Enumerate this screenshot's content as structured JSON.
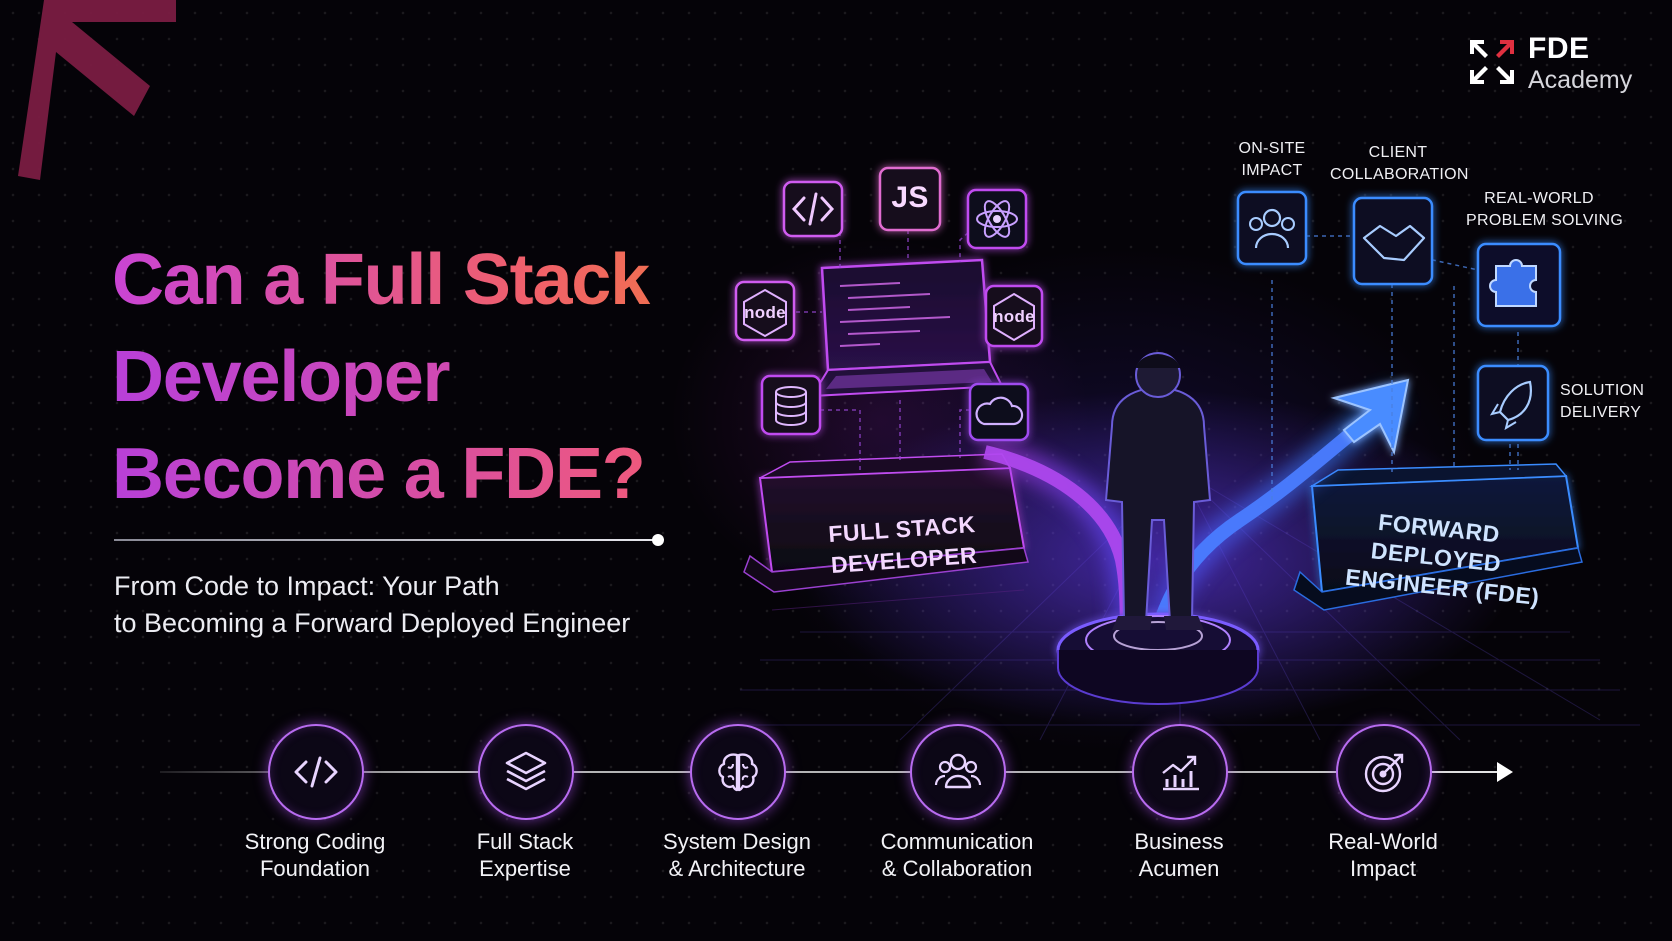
{
  "brand": {
    "name": "FDE",
    "subtitle": "Academy"
  },
  "headline": {
    "line1": "Can a Full Stack",
    "line2": "Developer",
    "line3": "Become a FDE?"
  },
  "subtitle": {
    "line1": "From Code to Impact: Your Path",
    "line2": "to Becoming a Forward Deployed Engineer"
  },
  "pedestals": {
    "left": {
      "line1": "FULL STACK",
      "line2": "DEVELOPER"
    },
    "right": {
      "line1": "FORWARD",
      "line2": "DEPLOYED",
      "line3": "ENGINEER (FDE)"
    }
  },
  "tech_icons": [
    "code-icon",
    "javascript-icon",
    "react-icon",
    "nodejs-icon",
    "laptop-icon",
    "nodejs-icon",
    "database-icon",
    "cloud-icon"
  ],
  "tech_labels": {
    "js": "JS",
    "node": "node"
  },
  "fde_skills": [
    {
      "line1": "ON-SITE",
      "line2": "IMPACT",
      "icon": "team-icon"
    },
    {
      "line1": "CLIENT",
      "line2": "COLLABORATION",
      "icon": "handshake-icon"
    },
    {
      "line1": "REAL-WORLD",
      "line2": "PROBLEM SOLVING",
      "icon": "puzzle-icon"
    },
    {
      "line1": "SOLUTION",
      "line2": "DELIVERY",
      "icon": "rocket-icon"
    }
  ],
  "steps": [
    {
      "line1": "Strong Coding",
      "line2": "Foundation",
      "icon": "code-icon"
    },
    {
      "line1": "Full Stack",
      "line2": "Expertise",
      "icon": "layers-icon"
    },
    {
      "line1": "System Design",
      "line2": "& Architecture",
      "icon": "brain-icon"
    },
    {
      "line1": "Communication",
      "line2": "& Collaboration",
      "icon": "team-icon"
    },
    {
      "line1": "Business",
      "line2": "Acumen",
      "icon": "growth-chart-icon"
    },
    {
      "line1": "Real-World",
      "line2": "Impact",
      "icon": "target-icon"
    }
  ],
  "colors": {
    "background": "#050308",
    "pink": "#d946c6",
    "coral": "#f0606a",
    "accent_maroon": "#8c2048",
    "neon_purple": "#c04cf0",
    "neon_blue": "#3a8cff",
    "neon_violet": "#7a5cff"
  }
}
